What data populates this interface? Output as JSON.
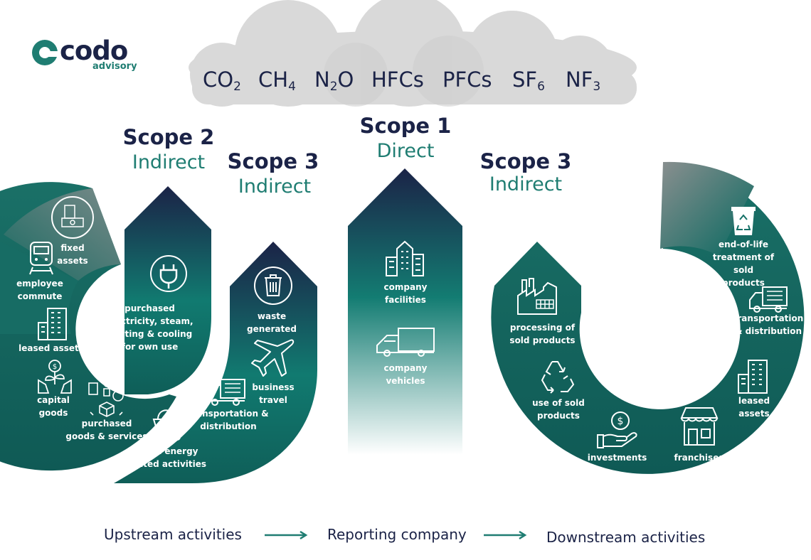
{
  "logo": {
    "name": "codo",
    "tagline": "advisory"
  },
  "gases": [
    {
      "base": "CO",
      "sub": "2"
    },
    {
      "base": "CH",
      "sub": "4"
    },
    {
      "base": "N",
      "sub": "2",
      "rest": "O"
    },
    {
      "base": "HFCs",
      "sub": ""
    },
    {
      "base": "PFCs",
      "sub": ""
    },
    {
      "base": "SF",
      "sub": "6"
    },
    {
      "base": "NF",
      "sub": "3"
    }
  ],
  "scopes": {
    "scope2": {
      "title": "Scope 2",
      "subtitle": "Indirect"
    },
    "scope3_up": {
      "title": "Scope 3",
      "subtitle": "Indirect"
    },
    "scope1": {
      "title": "Scope 1",
      "subtitle": "Direct"
    },
    "scope3_down": {
      "title": "Scope 3",
      "subtitle": "Indirect"
    }
  },
  "labels": {
    "fixed_assets": "fixed\nassets",
    "employee_commute": "employee\ncommute",
    "leased_assets_up": "leased assets",
    "capital_goods": "capital\ngoods",
    "purchased_goods": "purchased\ngoods & services",
    "fuel_energy": "fuel & energy\nrelated activities",
    "purchased_electricity": "purchased\nelectricity, steam,\nheating & cooling\nfor own use",
    "waste_generated": "waste\ngenerated",
    "business_travel": "business\ntravel",
    "transport_up": "transportation &\ndistribution",
    "company_facilities": "company\nfacilities",
    "company_vehicles": "company\nvehicles",
    "processing_sold": "processing of\nsold products",
    "use_sold": "use of sold\nproducts",
    "investments": "investments",
    "franchises": "franchises",
    "leased_assets_down": "leased\nassets",
    "transport_down": "transportation\n& distribution",
    "end_of_life": "end-of-life\ntreatment of\nsold products"
  },
  "flow": {
    "upstream": "Upstream activities",
    "reporting": "Reporting company",
    "downstream": "Downstream activities"
  },
  "colors": {
    "navy": "#1b2347",
    "teal": "#1f7d72",
    "dark_teal": "#0f5a55",
    "cloud": "#d9d9d9"
  }
}
